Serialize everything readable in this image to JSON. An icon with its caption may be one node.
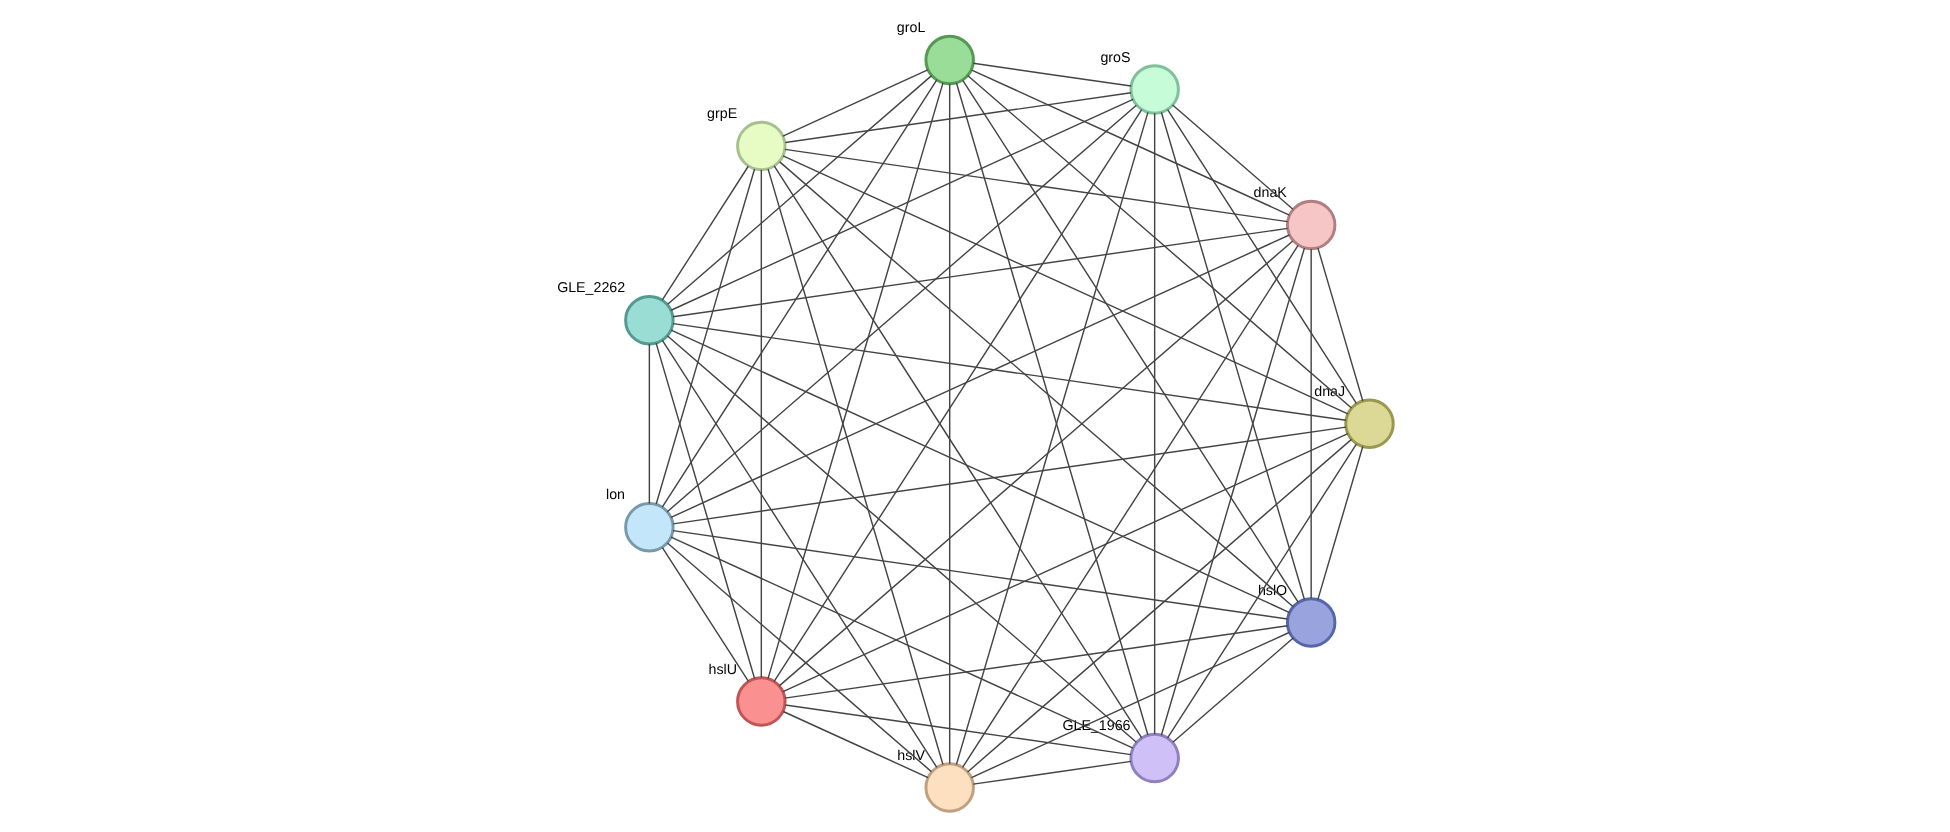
{
  "diagram": {
    "nodes": [
      {
        "text": [],
        "shape": "circle",
        "beside": [
          "hslO"
        ]
      },
      {
        "text": [],
        "shape": "circle",
        "beside": [
          "dnaJ"
        ]
      },
      {
        "text": [],
        "shape": "circle",
        "beside": [
          "hslV"
        ]
      },
      {
        "text": [],
        "shape": "circle",
        "beside": [
          "hslU"
        ]
      },
      {
        "text": [],
        "shape": "circle",
        "beside": [
          "lon"
        ]
      },
      {
        "text": [],
        "shape": "circle",
        "beside": [
          "GLE_2262"
        ]
      },
      {
        "text": [],
        "shape": "circle",
        "beside": [
          "grpE"
        ]
      },
      {
        "text": [],
        "shape": "circle",
        "beside": [
          "groL"
        ]
      },
      {
        "text": [],
        "shape": "circle",
        "beside": [
          "groS"
        ]
      },
      {
        "text": [],
        "shape": "circle",
        "beside": [
          "dnaK"
        ]
      },
      {
        "text": [],
        "shape": "circle",
        "beside": [
          "GLE_1966"
        ]
      }
    ],
    "edges": [
      {
        "from": 0,
        "to": 1,
        "arrow": "none"
      },
      {
        "from": 0,
        "to": 2,
        "arrow": "none"
      },
      {
        "from": 0,
        "to": 3,
        "arrow": "none"
      },
      {
        "from": 0,
        "to": 4,
        "arrow": "none"
      },
      {
        "from": 0,
        "to": 5,
        "arrow": "none"
      },
      {
        "from": 0,
        "to": 6,
        "arrow": "none"
      },
      {
        "from": 0,
        "to": 7,
        "arrow": "none"
      },
      {
        "from": 0,
        "to": 8,
        "arrow": "none"
      },
      {
        "from": 0,
        "to": 9,
        "arrow": "none"
      },
      {
        "from": 0,
        "to": 10,
        "arrow": "none"
      },
      {
        "from": 1,
        "to": 2,
        "arrow": "none"
      },
      {
        "from": 1,
        "to": 3,
        "arrow": "none"
      },
      {
        "from": 1,
        "to": 4,
        "arrow": "none"
      },
      {
        "from": 1,
        "to": 5,
        "arrow": "none"
      },
      {
        "from": 1,
        "to": 6,
        "arrow": "none"
      },
      {
        "from": 1,
        "to": 7,
        "arrow": "none"
      },
      {
        "from": 1,
        "to": 8,
        "arrow": "none"
      },
      {
        "from": 1,
        "to": 9,
        "arrow": "none"
      },
      {
        "from": 1,
        "to": 10,
        "arrow": "none"
      },
      {
        "from": 2,
        "to": 3,
        "arrow": "none"
      },
      {
        "from": 2,
        "to": 4,
        "arrow": "none"
      },
      {
        "from": 2,
        "to": 5,
        "arrow": "none"
      },
      {
        "from": 2,
        "to": 6,
        "arrow": "none"
      },
      {
        "from": 2,
        "to": 7,
        "arrow": "none"
      },
      {
        "from": 2,
        "to": 8,
        "arrow": "none"
      },
      {
        "from": 2,
        "to": 9,
        "arrow": "none"
      },
      {
        "from": 2,
        "to": 10,
        "arrow": "none"
      },
      {
        "from": 3,
        "to": 4,
        "arrow": "none"
      },
      {
        "from": 3,
        "to": 5,
        "arrow": "none"
      },
      {
        "from": 3,
        "to": 6,
        "arrow": "none"
      },
      {
        "from": 3,
        "to": 7,
        "arrow": "none"
      },
      {
        "from": 3,
        "to": 8,
        "arrow": "none"
      },
      {
        "from": 3,
        "to": 9,
        "arrow": "none"
      },
      {
        "from": 3,
        "to": 10,
        "arrow": "none"
      },
      {
        "from": 4,
        "to": 5,
        "arrow": "none"
      },
      {
        "from": 4,
        "to": 6,
        "arrow": "none"
      },
      {
        "from": 4,
        "to": 7,
        "arrow": "none"
      },
      {
        "from": 4,
        "to": 8,
        "arrow": "none"
      },
      {
        "from": 4,
        "to": 9,
        "arrow": "none"
      },
      {
        "from": 4,
        "to": 10,
        "arrow": "none"
      },
      {
        "from": 5,
        "to": 6,
        "arrow": "none"
      },
      {
        "from": 5,
        "to": 7,
        "arrow": "none"
      },
      {
        "from": 5,
        "to": 8,
        "arrow": "none"
      },
      {
        "from": 5,
        "to": 9,
        "arrow": "none"
      },
      {
        "from": 5,
        "to": 10,
        "arrow": "none"
      },
      {
        "from": 6,
        "to": 7,
        "arrow": "none"
      },
      {
        "from": 6,
        "to": 8,
        "arrow": "none"
      },
      {
        "from": 6,
        "to": 9,
        "arrow": "none"
      },
      {
        "from": 6,
        "to": 10,
        "arrow": "none"
      },
      {
        "from": 7,
        "to": 8,
        "arrow": "none"
      },
      {
        "from": 7,
        "to": 9,
        "arrow": "none"
      },
      {
        "from": 7,
        "to": 10,
        "arrow": "none"
      },
      {
        "from": 8,
        "to": 9,
        "arrow": "none"
      },
      {
        "from": 8,
        "to": 10,
        "arrow": "none"
      },
      {
        "from": 9,
        "to": 10,
        "arrow": "none"
      }
    ]
  }
}
